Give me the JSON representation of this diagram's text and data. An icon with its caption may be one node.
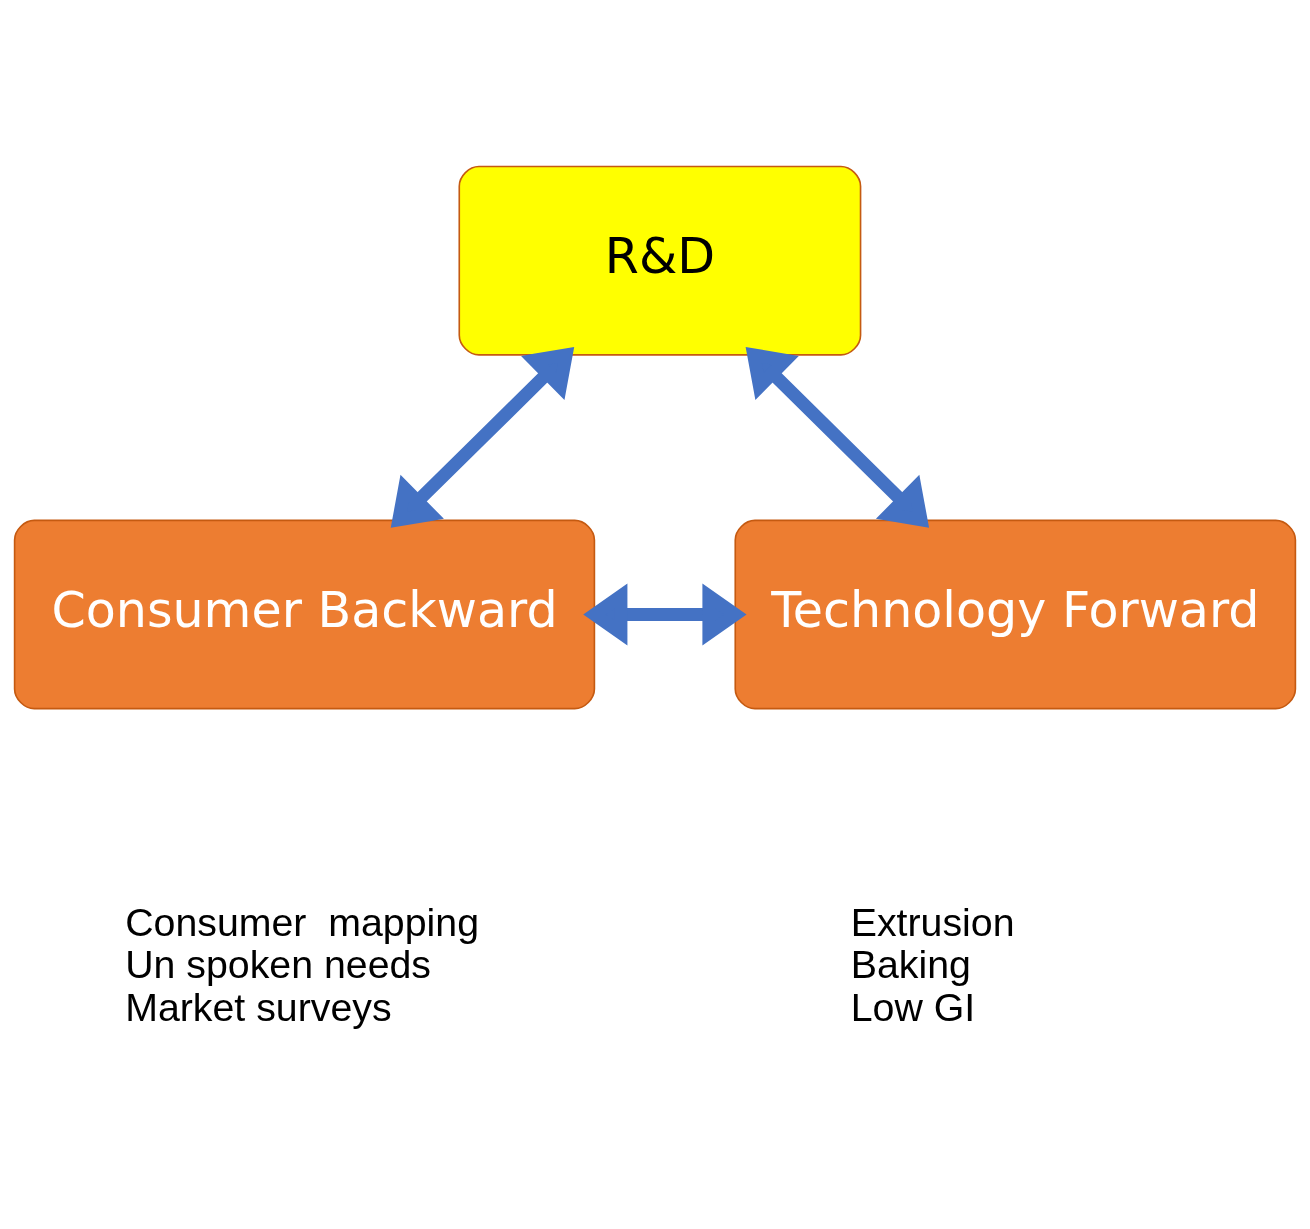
{
  "diagram": {
    "nodes": [
      {
        "text": [
          "R&D"
        ]
      },
      {
        "text": [
          "Consumer Backward"
        ],
        "beside": [
          "Consumer  mapping",
          "Un spoken needs",
          "Market surveys"
        ]
      },
      {
        "text": [
          "Technology Forward"
        ],
        "beside": [
          "Extrusion",
          "Baking",
          "Low GI"
        ]
      }
    ],
    "edges": [
      {
        "from": 0,
        "to": 1,
        "arrow": "both"
      },
      {
        "from": 0,
        "to": 2,
        "arrow": "both"
      },
      {
        "from": 1,
        "to": 2,
        "arrow": "both"
      }
    ]
  }
}
